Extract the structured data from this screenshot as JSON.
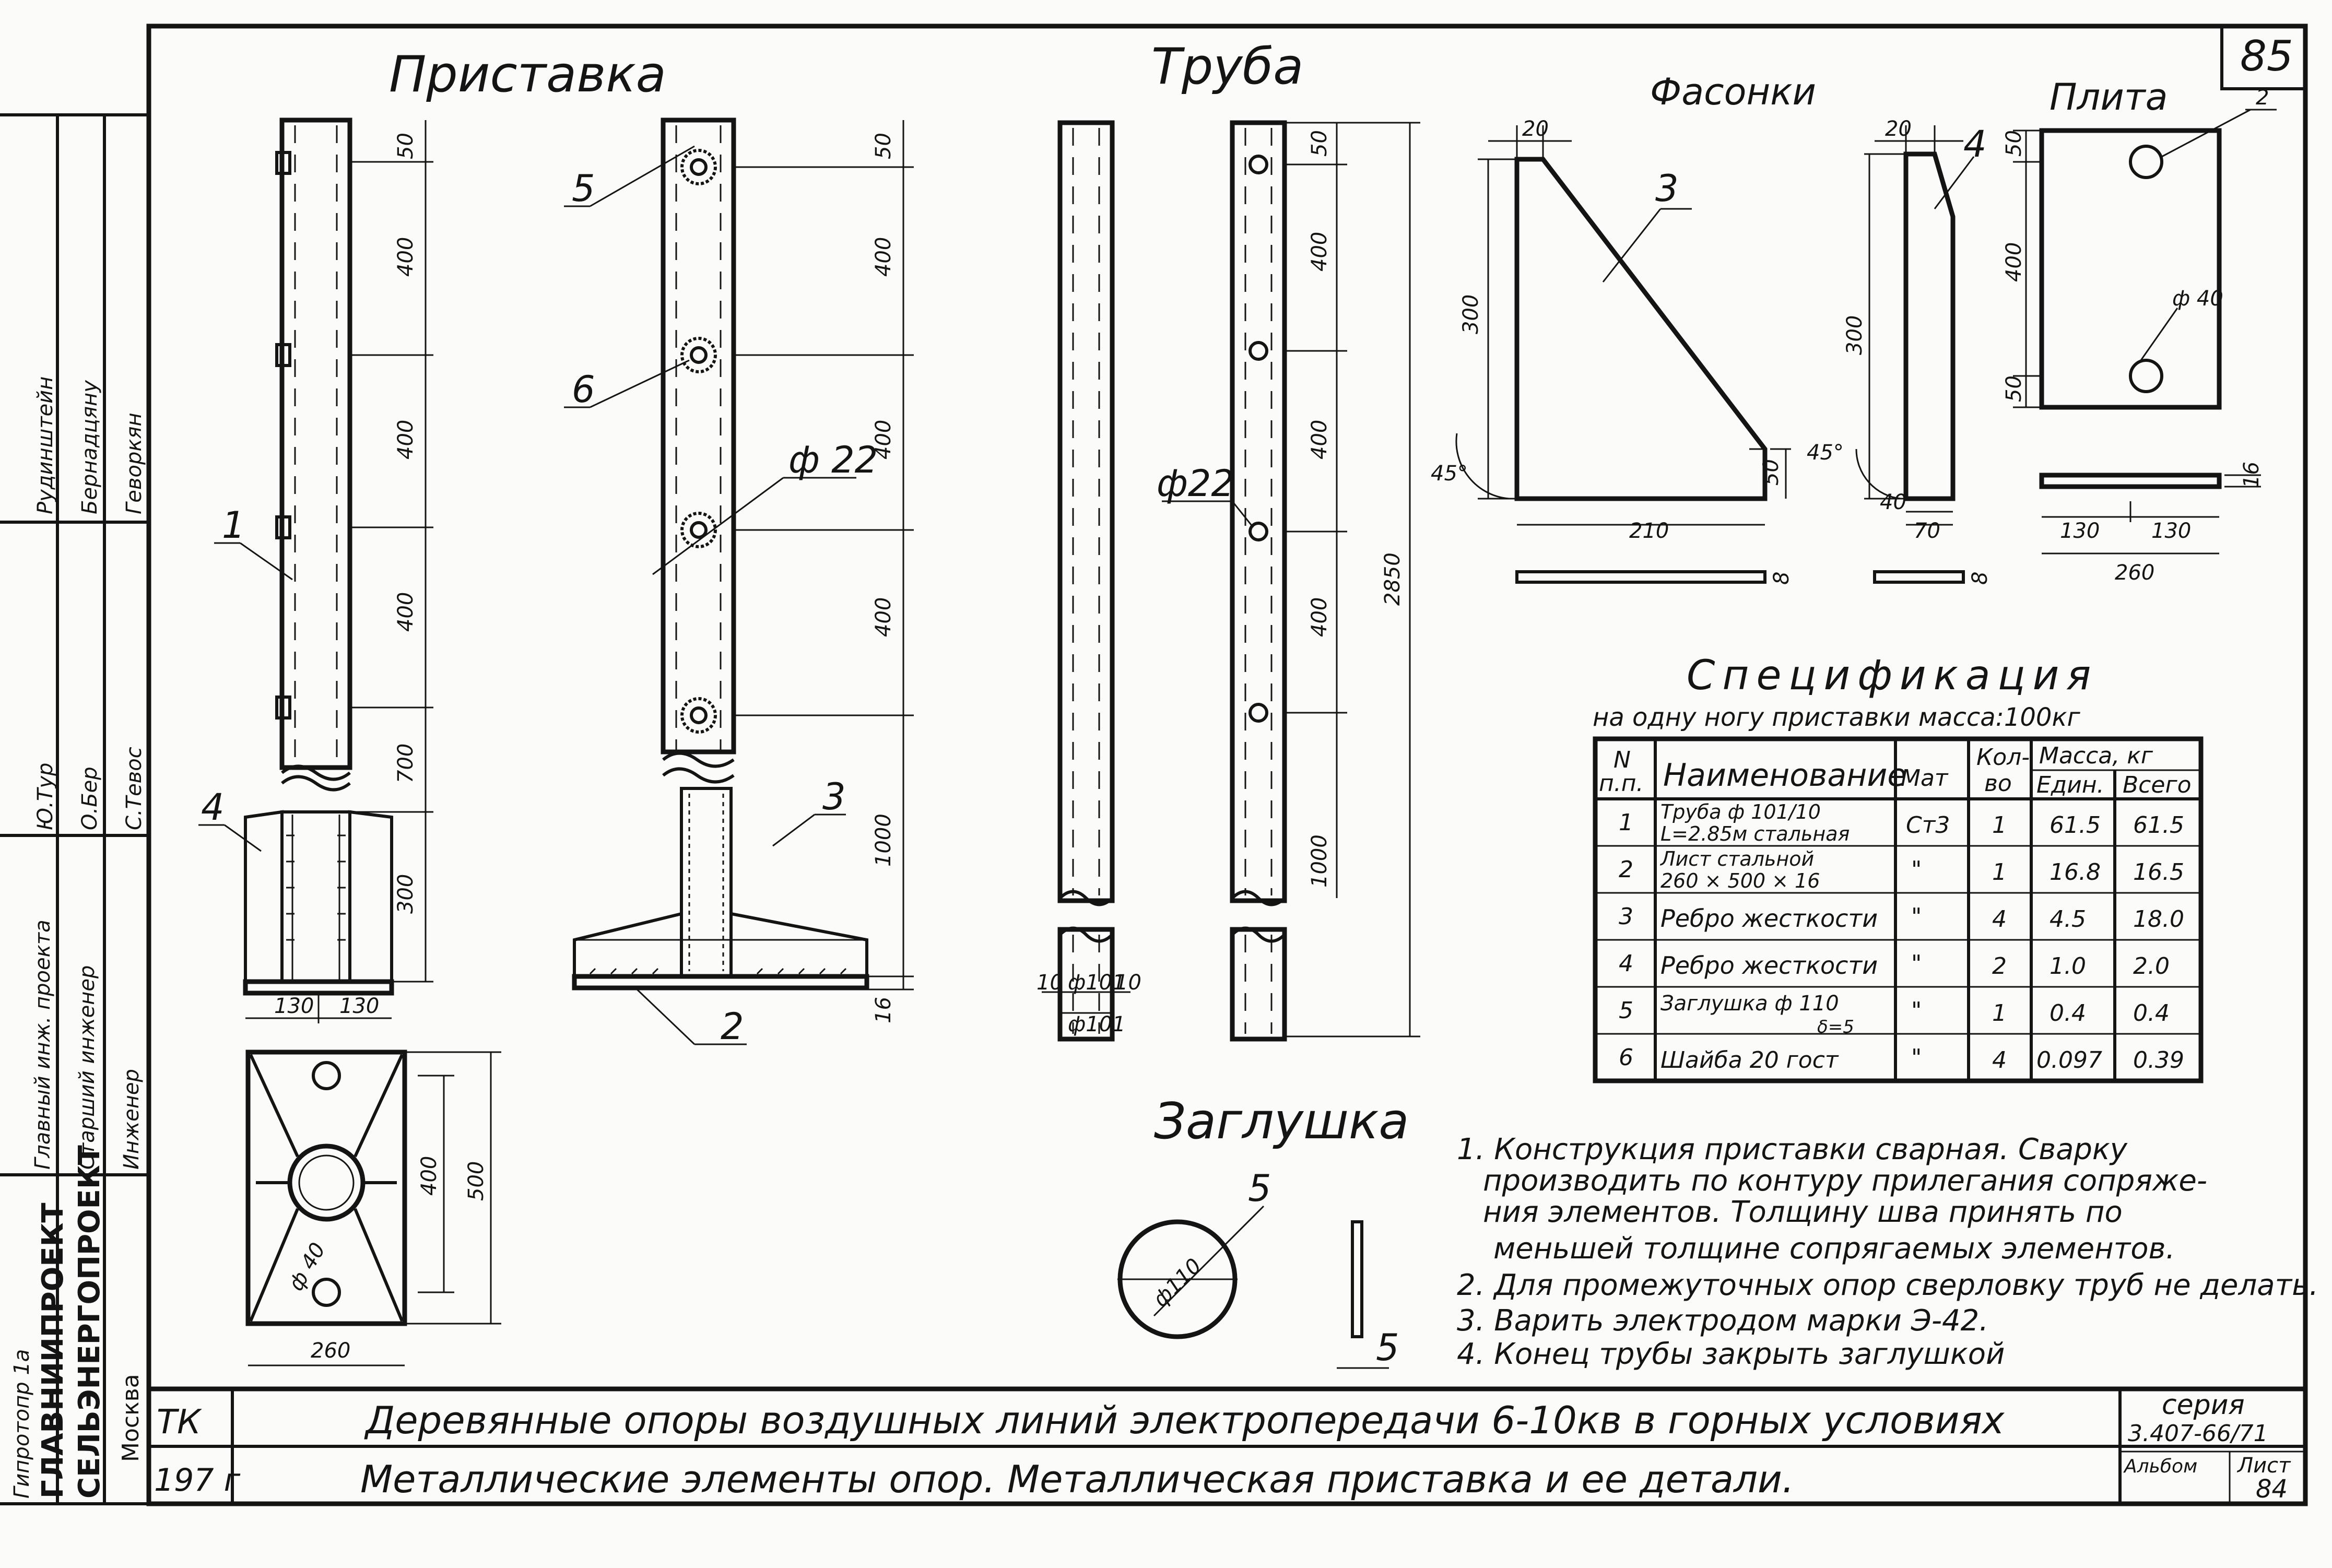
{
  "sheet_number": "85",
  "views": {
    "pristavka": "Приставка",
    "truba": "Труба",
    "fasonki": "Фасонки",
    "plita": "Плита",
    "zaglushka": "Заглушка"
  },
  "callouts": {
    "c1": "1",
    "c2": "2",
    "c3": "3",
    "c4": "4",
    "c5": "5",
    "c6": "6",
    "f_c3": "3",
    "f_c4": "4",
    "p_c2": "2",
    "z_c5": "5"
  },
  "dims": {
    "p_50": "50",
    "p_400a": "400",
    "p_400b": "400",
    "p_400c": "400",
    "p_700": "700",
    "p_300": "300",
    "p_130a": "130",
    "p_130b": "130",
    "s_50": "50",
    "s_400a": "400",
    "s_400b": "400",
    "s_400c": "400",
    "s_1000": "1000",
    "s_16": "16",
    "s_phi22": "ф 22",
    "t_50": "50",
    "t_400a": "400",
    "t_400b": "400",
    "t_400c": "400",
    "t_1000": "1000",
    "t_2850": "2850",
    "t_phi22": "ф22",
    "t_10a": "10",
    "t_10b": "10",
    "t_phi101a": "ф101",
    "t_phi101b": "ф101",
    "base_400": "400",
    "base_500": "500",
    "base_260": "260",
    "base_phi40": "ф 40",
    "f3_20": "20",
    "f3_300": "300",
    "f3_45": "45°",
    "f3_210": "210",
    "f3_50": "50",
    "f3_8": "8",
    "f4_20": "20",
    "f4_300": "300",
    "f4_45": "45°",
    "f4_40": "40",
    "f4_70": "70",
    "f4_8": "8",
    "pl_50a": "50",
    "pl_400": "400",
    "pl_50b": "50",
    "pl_phi40": "ф 40",
    "pl_130a": "130",
    "pl_130b": "130",
    "pl_260": "260",
    "pl_16": "16",
    "z_phi110": "ф110",
    "z_5": "5"
  },
  "spec": {
    "title": "Спецификация",
    "subtitle": "на одну ногу приставки масса:100кг",
    "headers": {
      "np_a": "N",
      "np_b": "п.п.",
      "name": "Наименование",
      "mat": "Мат",
      "qty_a": "Кол-",
      "qty_b": "во",
      "mass": "Масса, кг",
      "unit": "Един.",
      "total": "Всего"
    },
    "rows": [
      {
        "n": "1",
        "name": "Труба ф 101/10",
        "name2": "L=2.85м стальная",
        "mat": "Ст3",
        "qty": "1",
        "unit": "61.5",
        "total": "61.5"
      },
      {
        "n": "2",
        "name": "Лист стальной",
        "name2": "260 × 500 × 16",
        "mat": "\"",
        "qty": "1",
        "unit": "16.8",
        "total": "16.5"
      },
      {
        "n": "3",
        "name": "Ребро жесткости",
        "name2": "",
        "mat": "\"",
        "qty": "4",
        "unit": "4.5",
        "total": "18.0"
      },
      {
        "n": "4",
        "name": "Ребро жесткости",
        "name2": "",
        "mat": "\"",
        "qty": "2",
        "unit": "1.0",
        "total": "2.0"
      },
      {
        "n": "5",
        "name": "Заглушка ф 110",
        "name2": "δ=5",
        "mat": "\"",
        "qty": "1",
        "unit": "0.4",
        "total": "0.4"
      },
      {
        "n": "6",
        "name": "Шайба 20 гост",
        "name2": "",
        "mat": "\"",
        "qty": "4",
        "unit": "0.097",
        "total": "0.39"
      }
    ]
  },
  "notes": [
    "1. Конструкция приставки сварная. Сварку",
    "производить по контуру прилегания сопряже-",
    "ния элементов. Толщину шва принять по",
    "меньшей толщине сопрягаемых элементов.",
    "2. Для промежуточных опор сверловку труб не делать.",
    "3. Варить электродом марки Э-42.",
    "4. Конец трубы закрыть заглушкой"
  ],
  "stamp": {
    "rows": [
      "Главный инж. проекта",
      "Старший инженер",
      "Инженер"
    ],
    "signs": [
      "Ю.Тур",
      "Рудинштейн",
      "О.Бер",
      "Бернадцяну",
      "С.Тевос",
      "Геворкян"
    ],
    "org1": "ГЛАВНИИПРОЕКТ",
    "org2": "СЕЛЬЭНЕРГОПРОЕКТ",
    "city": "Москва",
    "cut": "Гипротопр 1а"
  },
  "titleblock": {
    "tk": "ТК",
    "year": "197 г",
    "title1": "Деревянные опоры воздушных линий электропередачи 6-10кв в горных условиях",
    "title2": "Металлические элементы опор. Металлическая приставка и ее детали.",
    "seria_label": "серия",
    "seria_value": "3.407-66/71",
    "album": "Альбом",
    "list": "Лист",
    "list_num": "84"
  }
}
